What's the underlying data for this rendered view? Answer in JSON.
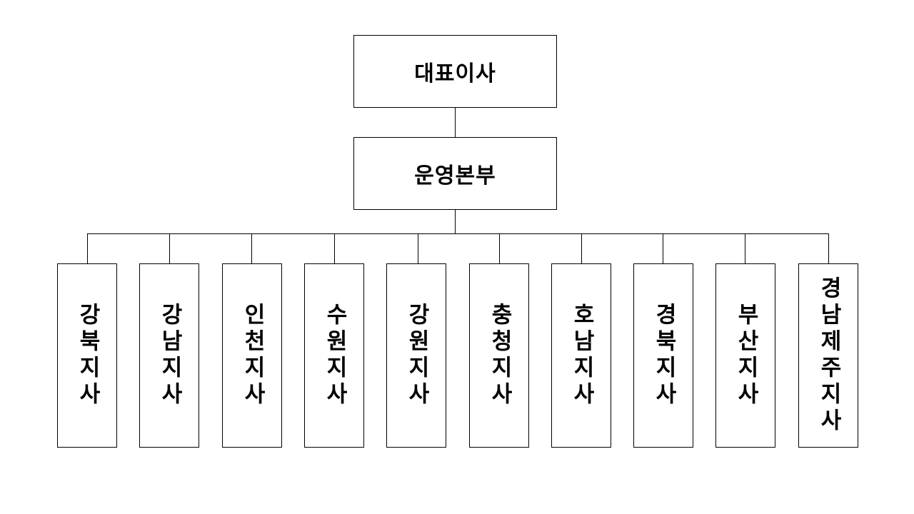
{
  "chart": {
    "root": {
      "label": "대표이사",
      "child": {
        "label": "운영본부",
        "branches": [
          "강북지사",
          "강남지사",
          "인천지사",
          "수원지사",
          "강원지사",
          "충청지사",
          "호남지사",
          "경북지사",
          "부산지사",
          "경남제주지사"
        ]
      }
    }
  },
  "colors": {
    "line": "#000000",
    "box_border": "#000000",
    "text": "#000000",
    "background": "#ffffff"
  }
}
